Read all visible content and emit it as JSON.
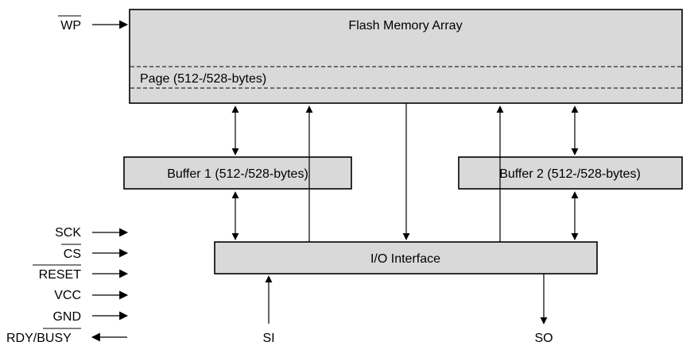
{
  "blocks": {
    "flash_array": "Flash Memory Array",
    "page": "Page (512-/528-bytes)",
    "buffer1": "Buffer 1 (512-/528-bytes)",
    "buffer2": "Buffer 2 (512-/528-bytes)",
    "io_interface": "I/O Interface"
  },
  "pins": {
    "wp": "WP",
    "sck": "SCK",
    "cs": "CS",
    "reset": "RESET",
    "vcc": "VCC",
    "gnd": "GND",
    "rdy": "RDY/",
    "busy": "BUSY",
    "si": "SI",
    "so": "SO"
  }
}
